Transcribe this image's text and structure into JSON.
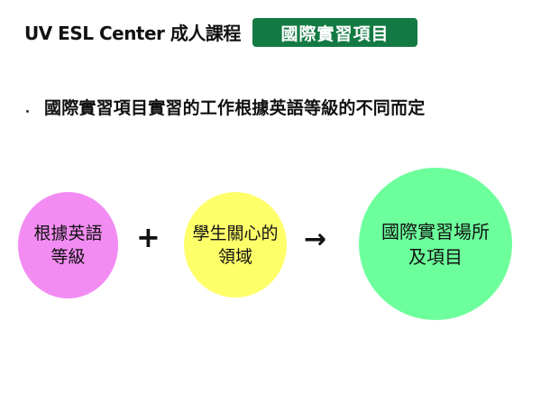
{
  "header": {
    "title": "UV ESL Center 成人課程",
    "badge_label": "國際實習項目",
    "badge_color": "#137a43"
  },
  "bullet": {
    "text": "國際實習項目實習的工作根據英語等級的不同而定"
  },
  "diagram": {
    "nodes": [
      {
        "label_line1": "根據英語",
        "label_line2": "等級",
        "color": "#f28cf2"
      },
      {
        "label_line1": "學生關心的",
        "label_line2": "領域",
        "color": "#ffff6a"
      },
      {
        "label_line1": "國際實習場所",
        "label_line2": "及項目",
        "color": "#6dff9c"
      }
    ],
    "operators": {
      "plus": "+",
      "arrow": "→"
    }
  }
}
